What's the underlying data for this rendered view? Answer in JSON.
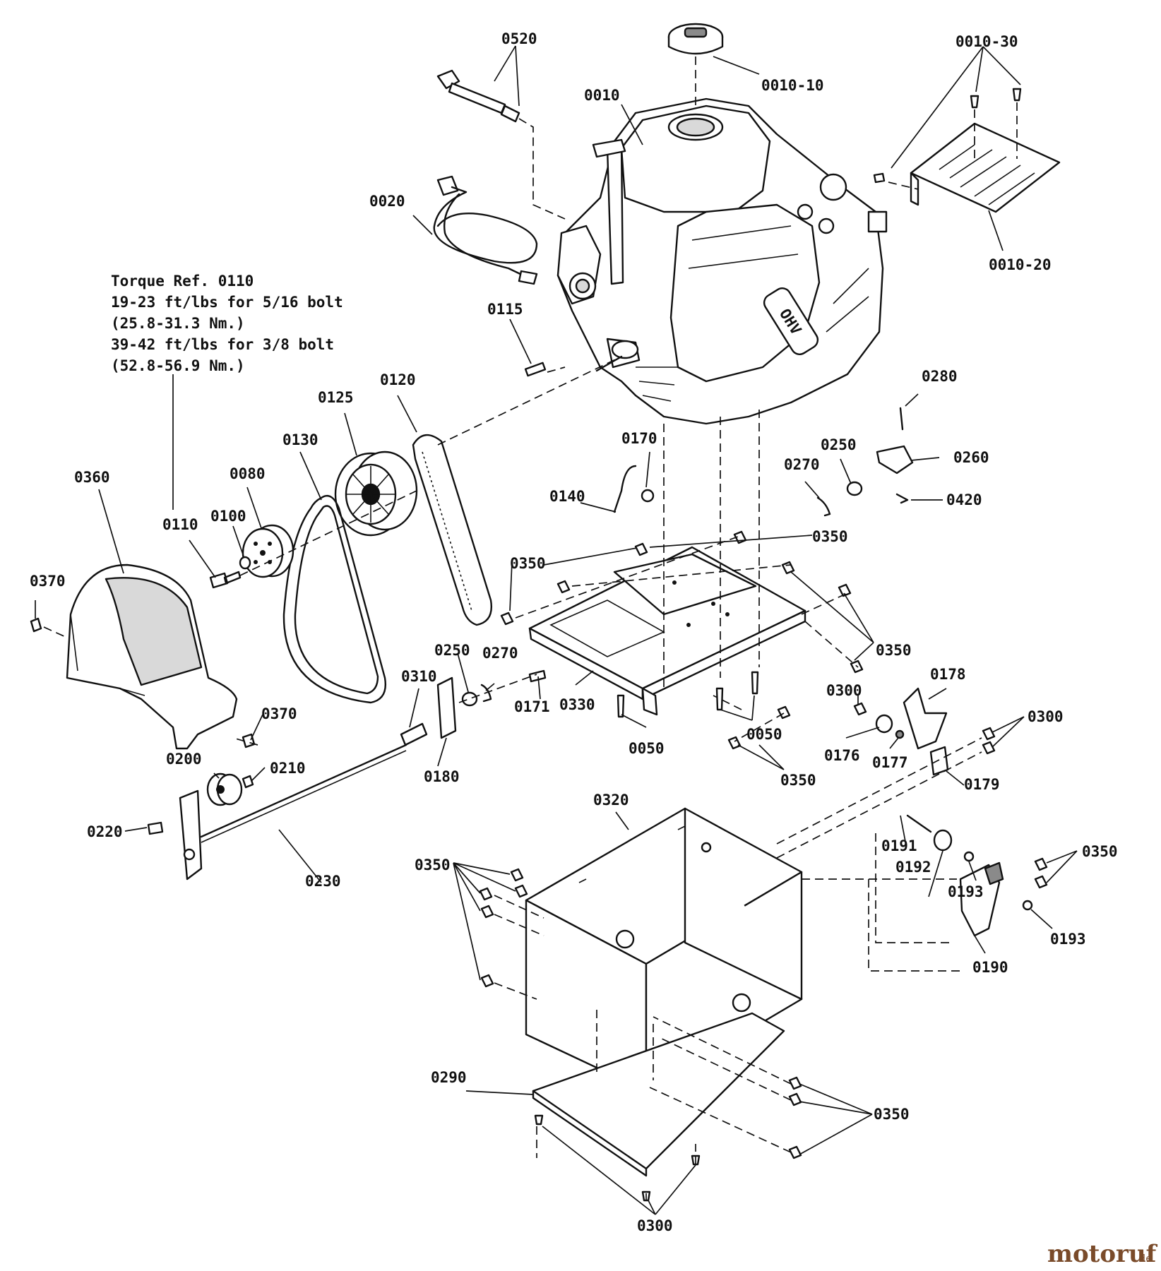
{
  "torque_note": {
    "lines": [
      "Torque Ref. 0110",
      "19-23 ft/lbs for 5/16 bolt",
      "(25.8-31.3 Nm.)",
      "39-42 ft/lbs for 3/8 bolt",
      "(52.8-56.9 Nm.)"
    ]
  },
  "engine_brand_text": "OHV",
  "watermark": {
    "name": "motoruf",
    "suffix": ".de",
    "color": "#7a4b2a"
  },
  "callouts": {
    "c0520": "0520",
    "c0010_10": "0010-10",
    "c0010_30": "0010-30",
    "c0010": "0010",
    "c0020": "0020",
    "c0010_20": "0010-20",
    "c0115": "0115",
    "c0120": "0120",
    "c0125": "0125",
    "c0130": "0130",
    "c0280": "0280",
    "c0170": "0170",
    "c0250a": "0250",
    "c0260": "0260",
    "c0270a": "0270",
    "c0360": "0360",
    "c0080": "0080",
    "c0140": "0140",
    "c0420": "0420",
    "c0110": "0110",
    "c0100": "0100",
    "c0350a": "0350",
    "c0370a": "0370",
    "c0350b": "0350",
    "c0350c": "0350",
    "c0250b": "0250",
    "c0270b": "0270",
    "c0178": "0178",
    "c0310": "0310",
    "c0300a": "0300",
    "c0300b": "0300",
    "c0171": "0171",
    "c0330": "0330",
    "c0370b": "0370",
    "c0050a": "0050",
    "c0176": "0176",
    "c0177": "0177",
    "c0050b": "0050",
    "c0180": "0180",
    "c0200": "0200",
    "c0210": "0210",
    "c0350d": "0350",
    "c0179": "0179",
    "c0320": "0320",
    "c0220": "0220",
    "c0191": "0191",
    "c0350e": "0350",
    "c0350f": "0350",
    "c0192": "0192",
    "c0230": "0230",
    "c0193a": "0193",
    "c0193b": "0193",
    "c0190": "0190",
    "c0290": "0290",
    "c0350g": "0350",
    "c0300c": "0300"
  }
}
